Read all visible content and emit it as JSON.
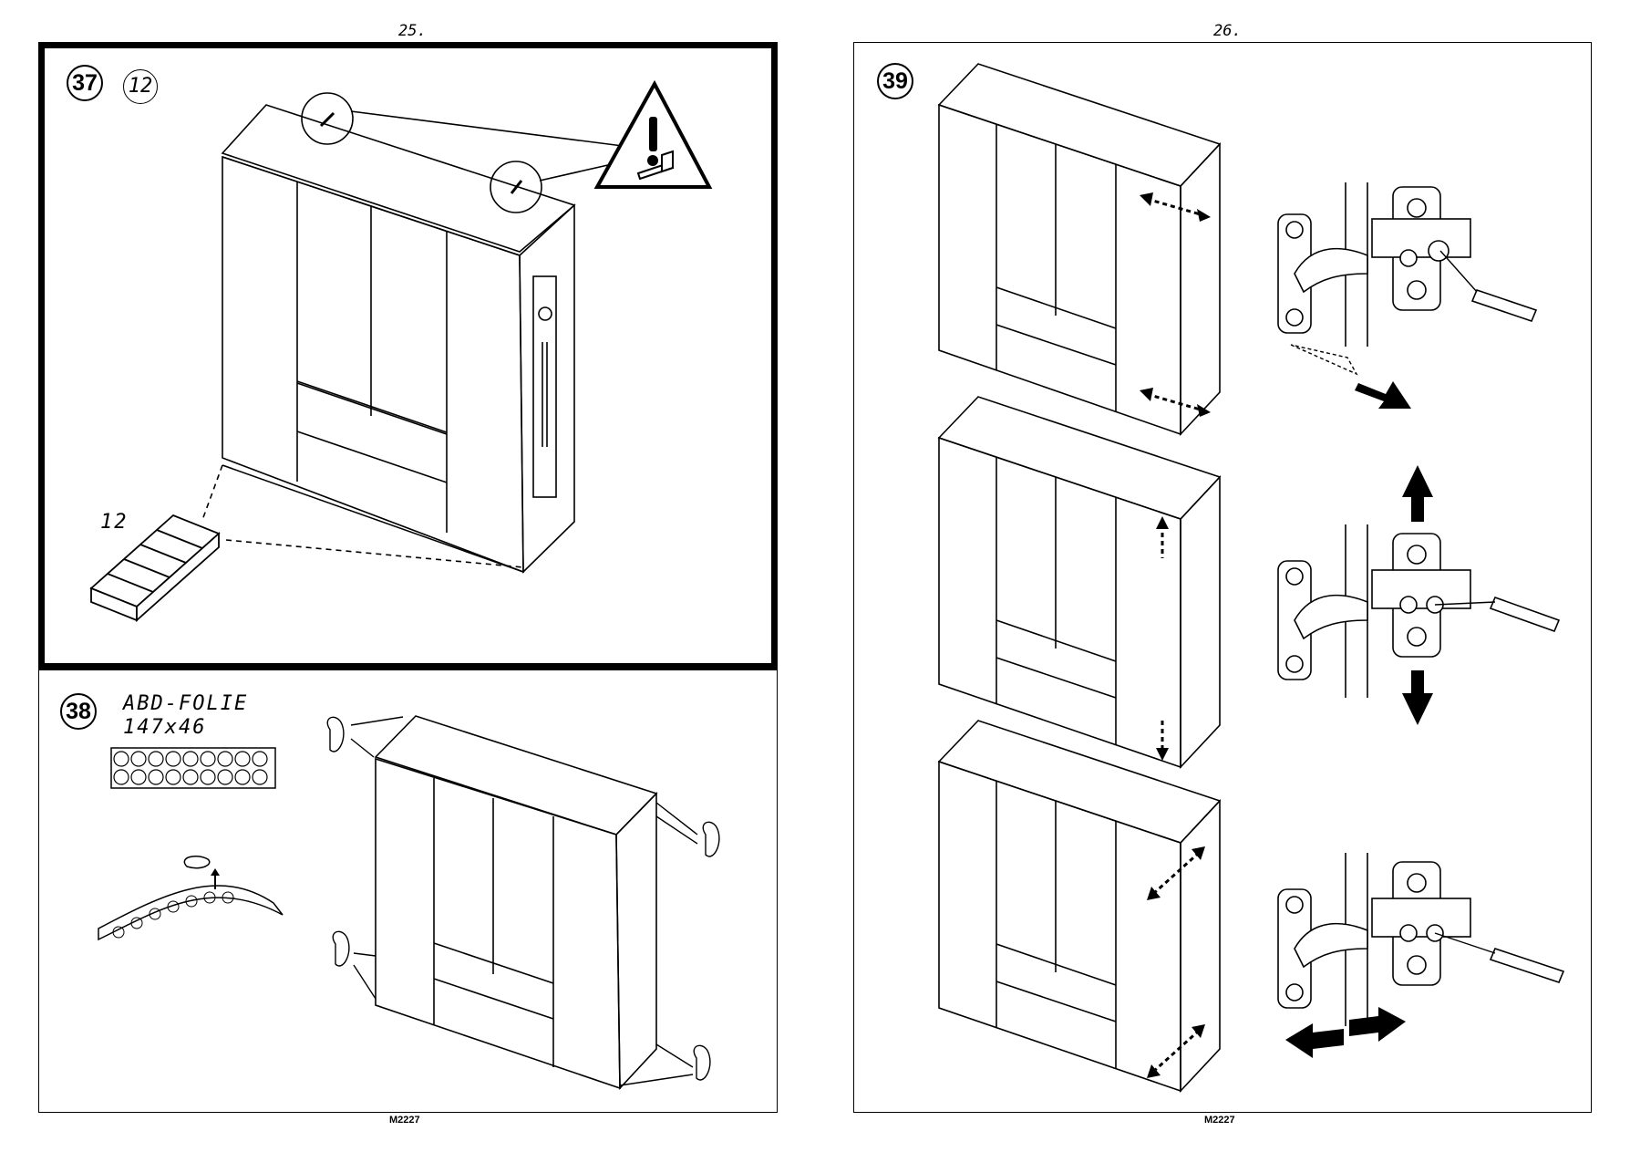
{
  "pages": {
    "left_number": "25.",
    "right_number": "26.",
    "left_code": "M2227",
    "right_code": "M2227"
  },
  "steps": {
    "s37": {
      "number": "37",
      "quantity": "12",
      "part_count": "12"
    },
    "s38": {
      "number": "38",
      "material_name": "ABD-FOLIE",
      "material_size": "147x46"
    },
    "s39": {
      "number": "39"
    }
  },
  "icons": [
    "warning-triangle-icon",
    "wall-bracket-icon",
    "screwdriver-icon",
    "hinge-icon",
    "arrow-icon"
  ]
}
